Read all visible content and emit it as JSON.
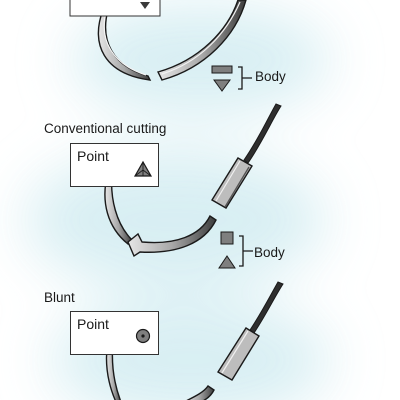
{
  "colors": {
    "background_glow": "#d9eff3",
    "needle_light": "#d6d6d6",
    "needle_mid": "#9a9a9a",
    "needle_dark": "#3a3a3a",
    "outline": "#1a1a1a",
    "icon_fill": "#7f7f7f"
  },
  "sections": [
    {
      "id": "top",
      "title": "",
      "point_label": "",
      "point_icon": "triangle-down-icon",
      "body_label": "Body",
      "body_icons": [
        "bar-icon",
        "triangle-down-icon"
      ]
    },
    {
      "id": "conventional-cutting",
      "title": "Conventional cutting",
      "point_label": "Point",
      "point_icon": "triangle-up-icon",
      "body_label": "Body",
      "body_icons": [
        "square-icon",
        "triangle-up-icon"
      ]
    },
    {
      "id": "blunt",
      "title": "Blunt",
      "point_label": "Point",
      "point_icon": "circle-dot-icon",
      "body_label": "",
      "body_icons": []
    }
  ]
}
